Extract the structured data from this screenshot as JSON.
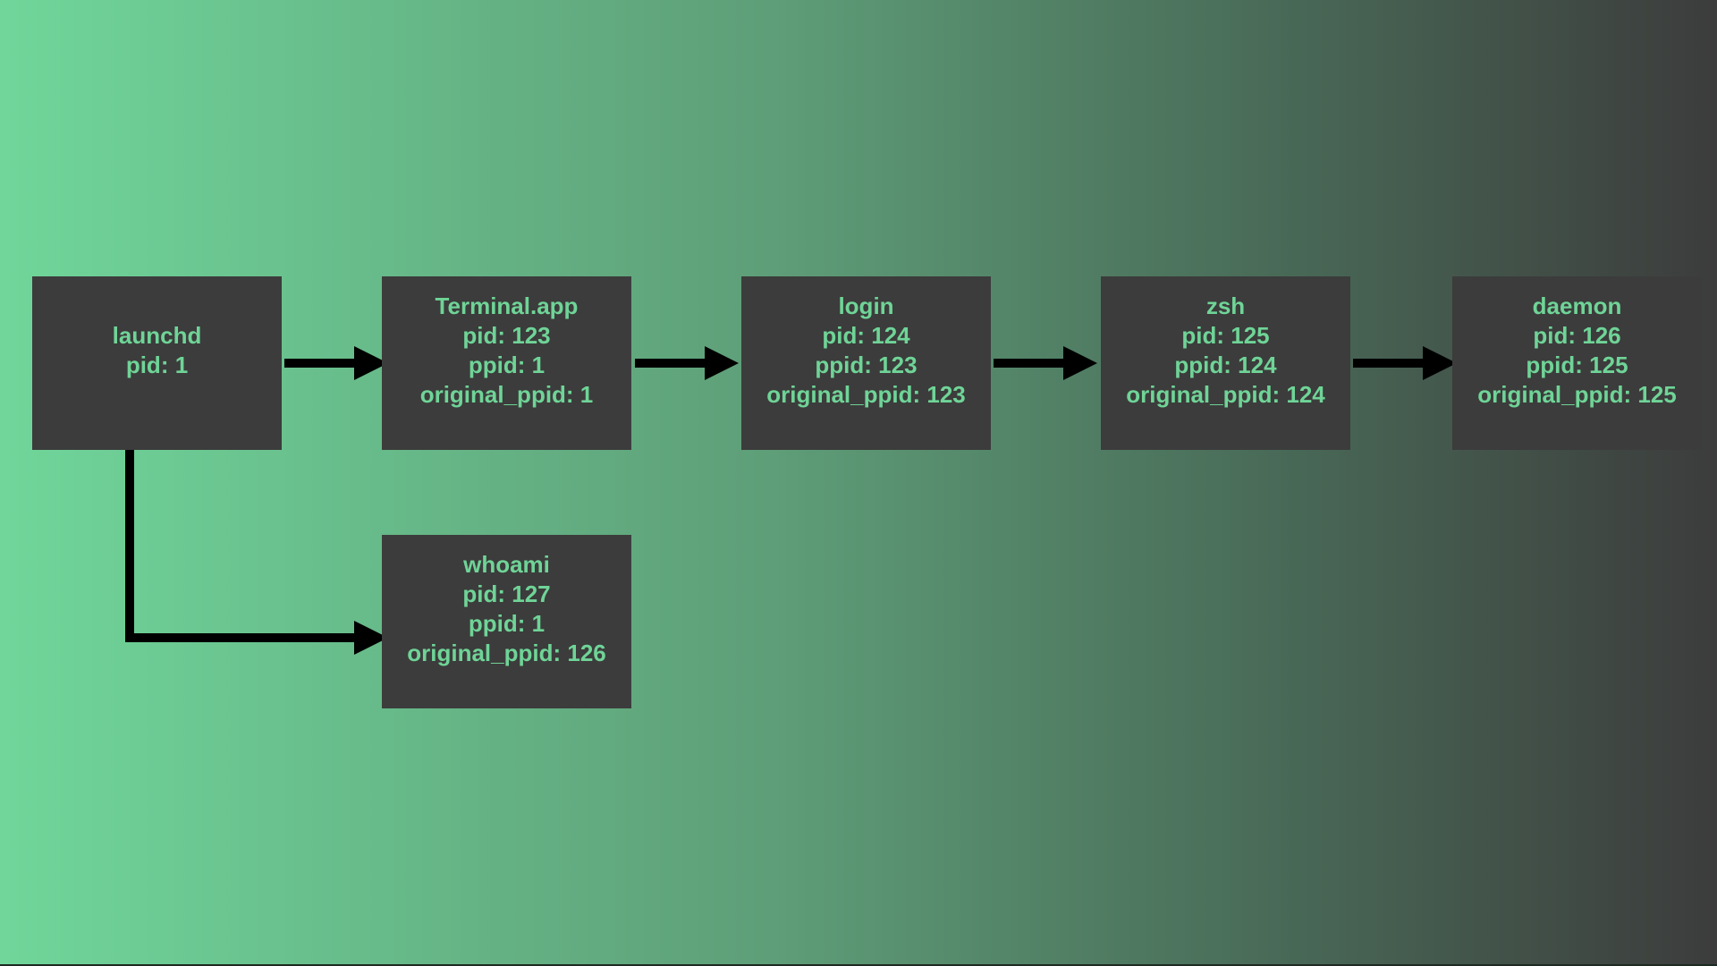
{
  "nodes": [
    {
      "id": "launchd",
      "lines": [
        "launchd",
        "pid: 1"
      ]
    },
    {
      "id": "terminal",
      "lines": [
        "Terminal.app",
        "pid: 123",
        "ppid: 1",
        "original_ppid: 1"
      ]
    },
    {
      "id": "login",
      "lines": [
        "login",
        "pid: 124",
        "ppid: 123",
        "original_ppid: 123"
      ]
    },
    {
      "id": "zsh",
      "lines": [
        "zsh",
        "pid: 125",
        "ppid: 124",
        "original_ppid: 124"
      ]
    },
    {
      "id": "daemon",
      "lines": [
        "daemon",
        "pid: 126",
        "ppid: 125",
        "original_ppid: 125"
      ]
    },
    {
      "id": "whoami",
      "lines": [
        "whoami",
        "pid: 127",
        "ppid: 1",
        "original_ppid: 126"
      ]
    }
  ],
  "edges": [
    [
      "launchd",
      "terminal"
    ],
    [
      "terminal",
      "login"
    ],
    [
      "login",
      "zsh"
    ],
    [
      "zsh",
      "daemon"
    ],
    [
      "launchd",
      "whoami"
    ]
  ],
  "colors": {
    "box": "#3c3c3c",
    "text": "#6fd497",
    "arrow": "#000000"
  }
}
